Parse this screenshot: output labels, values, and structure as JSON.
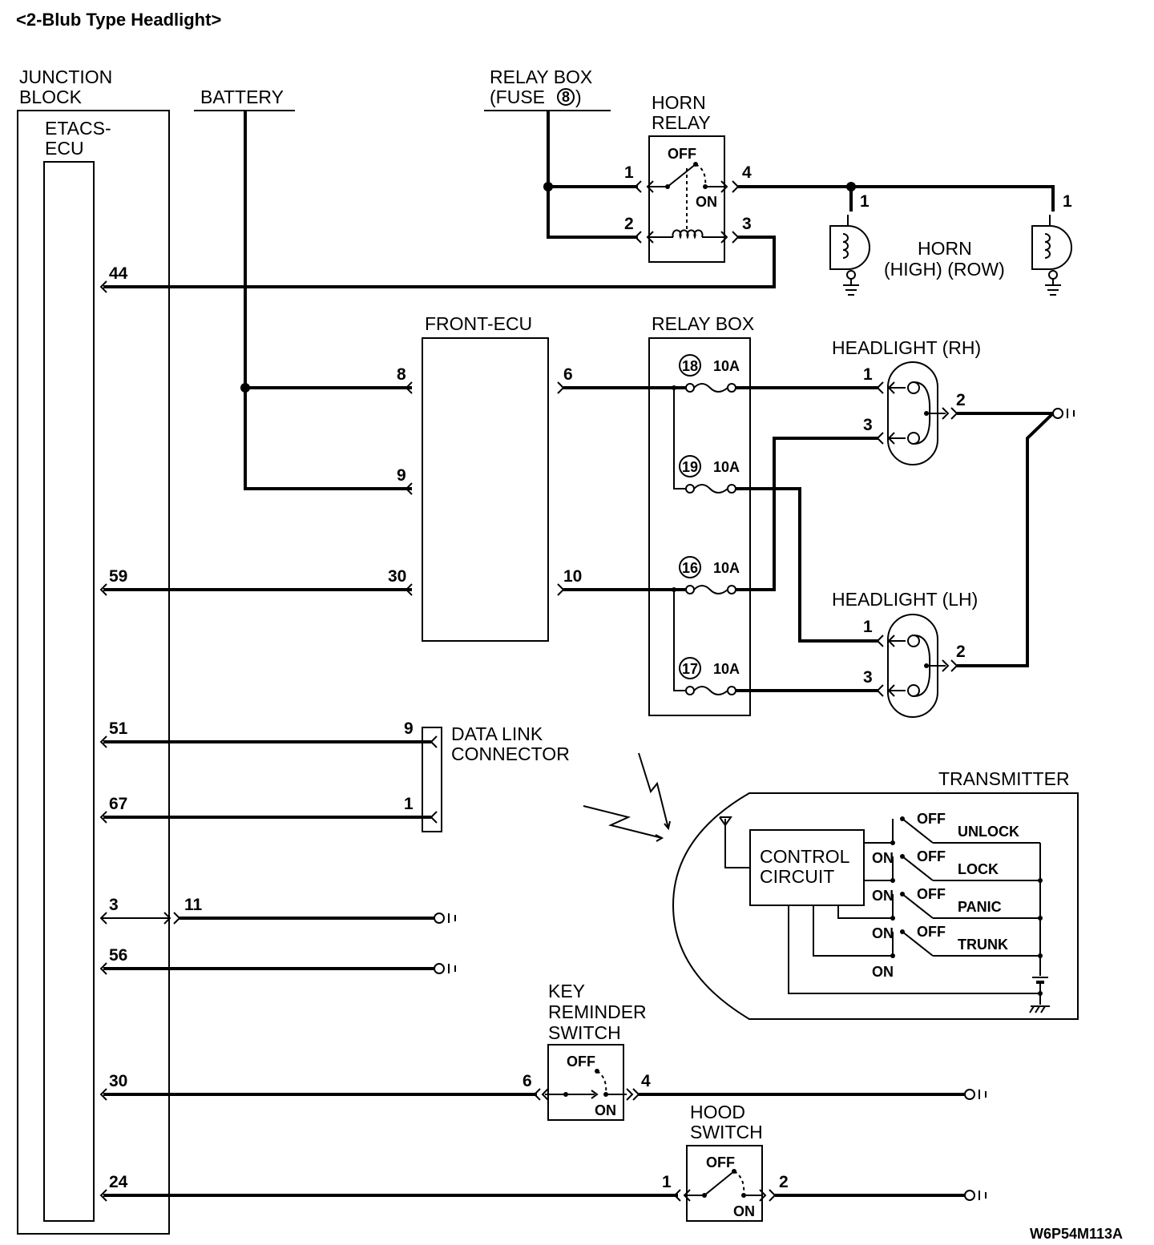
{
  "title": "<2-Blub Type Headlight>",
  "code": "W6P54M113A",
  "junction_block": {
    "label_line1": "JUNCTION",
    "label_line2": "BLOCK",
    "ecu_line1": "ETACS-",
    "ecu_line2": "ECU",
    "pins": [
      "44",
      "59",
      "51",
      "67",
      "3",
      "56",
      "30",
      "24"
    ],
    "pin_11": "11"
  },
  "battery": {
    "label": "BATTERY"
  },
  "relay_box_fuse": {
    "line1": "RELAY BOX",
    "line2_prefix": "(FUSE",
    "fuse_no": "8",
    "line2_suffix": ")"
  },
  "horn_relay": {
    "line1": "HORN",
    "line2": "RELAY",
    "off": "OFF",
    "on": "ON",
    "pins": [
      "1",
      "4",
      "2",
      "3"
    ]
  },
  "horn": {
    "label_line1": "HORN",
    "label_line2": "(HIGH) (ROW)",
    "pin_high": "1",
    "pin_low": "1"
  },
  "front_ecu": {
    "label": "FRONT-ECU",
    "pins": [
      "8",
      "9",
      "30",
      "6",
      "10"
    ]
  },
  "relay_box": {
    "label": "RELAY BOX",
    "fuses": [
      {
        "no": "18",
        "rating": "10A"
      },
      {
        "no": "19",
        "rating": "10A"
      },
      {
        "no": "16",
        "rating": "10A"
      },
      {
        "no": "17",
        "rating": "10A"
      }
    ]
  },
  "headlight_rh": {
    "label": "HEADLIGHT (RH)",
    "pins": [
      "1",
      "3",
      "2"
    ]
  },
  "headlight_lh": {
    "label": "HEADLIGHT (LH)",
    "pins": [
      "1",
      "3",
      "2"
    ]
  },
  "data_link": {
    "line1": "DATA LINK",
    "line2": "CONNECTOR",
    "pins": [
      "9",
      "1"
    ]
  },
  "transmitter": {
    "label": "TRANSMITTER",
    "control_line1": "CONTROL",
    "control_line2": "CIRCUIT",
    "off": "OFF",
    "on": "ON",
    "switches": [
      "UNLOCK",
      "LOCK",
      "PANIC",
      "TRUNK"
    ]
  },
  "key_reminder": {
    "line1": "KEY",
    "line2": "REMINDER",
    "line3": "SWITCH",
    "off": "OFF",
    "on": "ON",
    "pins": [
      "6",
      "4"
    ]
  },
  "hood_switch": {
    "line1": "HOOD",
    "line2": "SWITCH",
    "off": "OFF",
    "on": "ON",
    "pins": [
      "1",
      "2"
    ]
  }
}
